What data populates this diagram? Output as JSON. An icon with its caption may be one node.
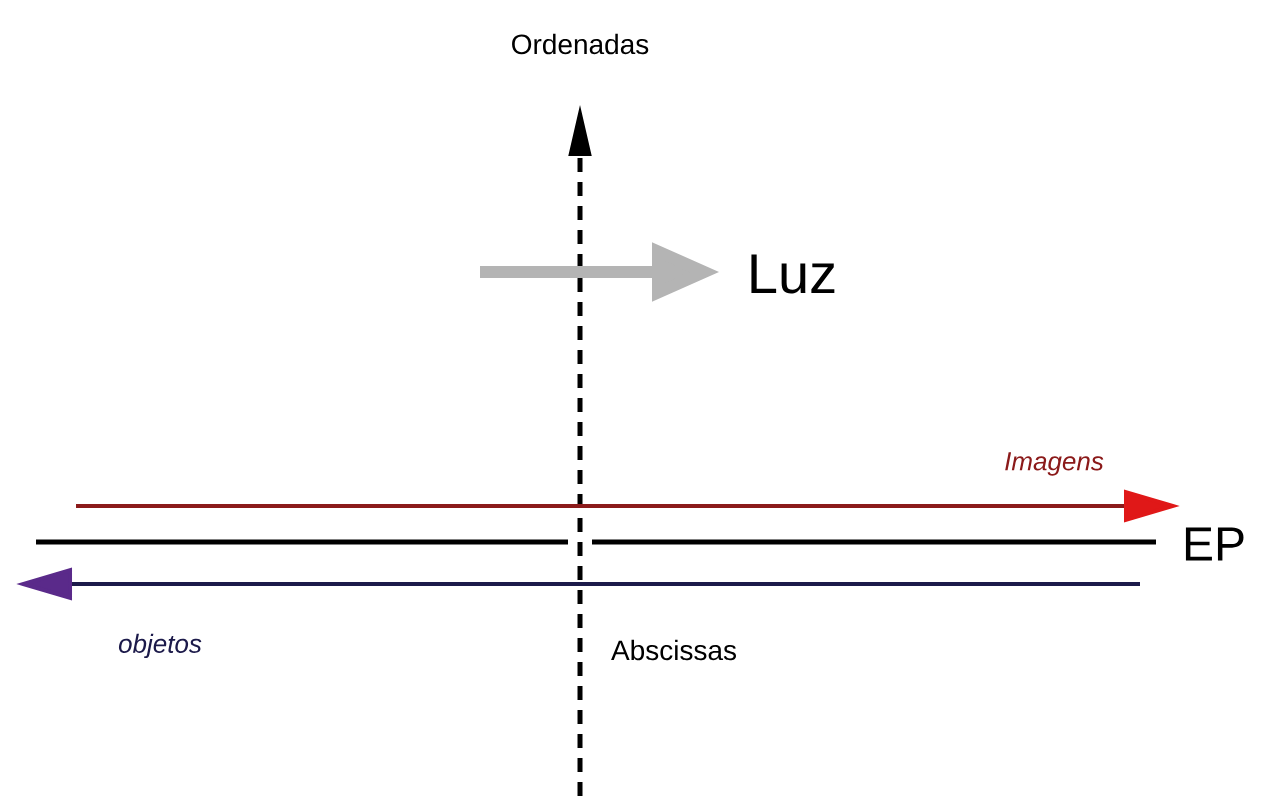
{
  "diagram": {
    "labels": [
      "Ordenadas",
      "Luz",
      "Imagens",
      "EP",
      "objetos",
      "Abscissas"
    ]
  }
}
